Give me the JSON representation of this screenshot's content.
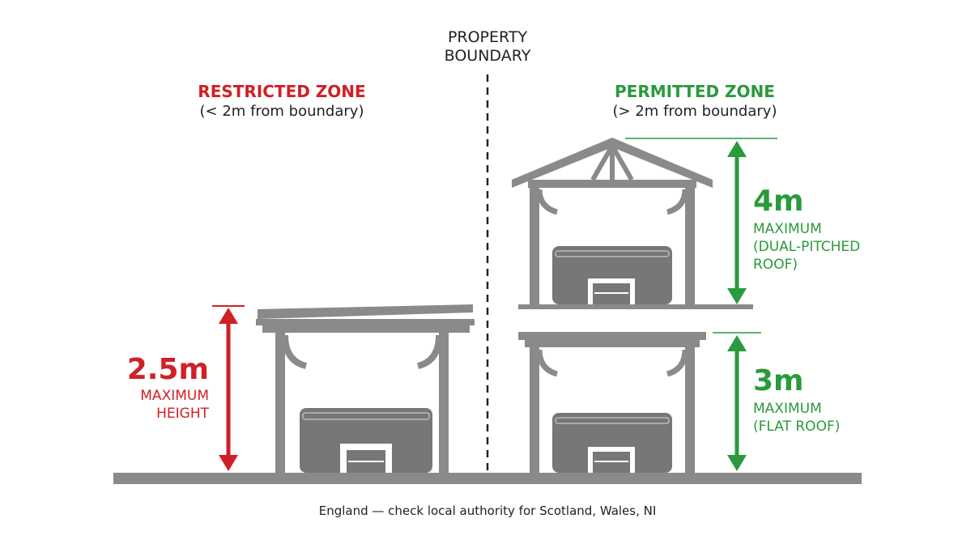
{
  "boundary": {
    "line1": "PROPERTY",
    "line2": "BOUNDARY"
  },
  "restricted": {
    "title": "RESTRICTED ZONE",
    "subtitle": "(< 2m from boundary)",
    "value": "2.5m",
    "desc_line1": "MAXIMUM",
    "desc_line2": "HEIGHT"
  },
  "permitted": {
    "title": "PERMITTED ZONE",
    "subtitle": "(> 2m from boundary)",
    "pitched": {
      "value": "4m",
      "desc_line1": "MAXIMUM",
      "desc_line2": "(DUAL-PITCHED",
      "desc_line3": "ROOF)"
    },
    "flat": {
      "value": "3m",
      "desc_line1": "MAXIMUM",
      "desc_line2": "(FLAT ROOF)"
    }
  },
  "footnote": "England — check local authority for Scotland, Wales, NI",
  "colors": {
    "restricted": "#d11f26",
    "permitted": "#2a9a3c",
    "structure": "#8a8a8a",
    "tub": "#777777",
    "text": "#222222"
  }
}
